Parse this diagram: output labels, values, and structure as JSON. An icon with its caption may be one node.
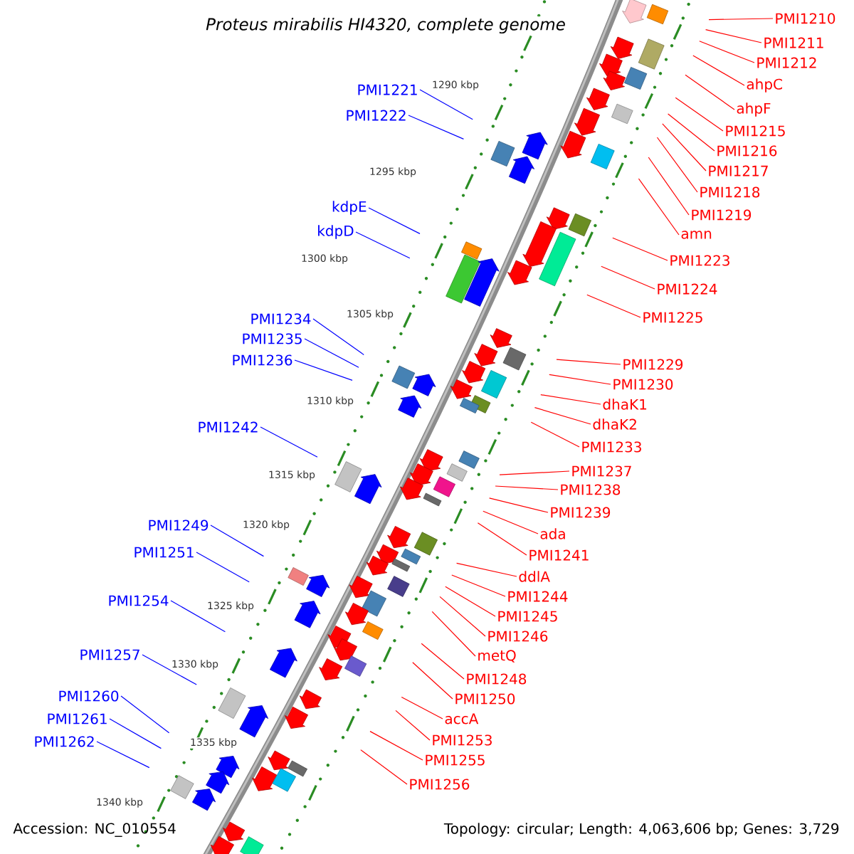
{
  "diagram": {
    "title": "Proteus mirabilis HI4320, complete genome",
    "nodes": [
      {
        "text": [
          "PMI1210"
        ]
      },
      {
        "text": [
          "PMI1211"
        ]
      },
      {
        "text": [
          "PMI1212"
        ]
      },
      {
        "text": [
          "ahpC"
        ]
      },
      {
        "text": [
          "ahpF"
        ]
      },
      {
        "text": [
          "PMI1215"
        ]
      },
      {
        "text": [
          "PMI1216"
        ]
      },
      {
        "text": [
          "PMI1217"
        ]
      },
      {
        "text": [
          "PMI1218"
        ]
      },
      {
        "text": [
          "PMI1219"
        ]
      },
      {
        "text": [
          "amn"
        ]
      },
      {
        "text": [
          "PMI1223"
        ]
      },
      {
        "text": [
          "PMI1224"
        ]
      },
      {
        "text": [
          "PMI1225"
        ]
      },
      {
        "text": [
          "PMI1229"
        ]
      },
      {
        "text": [
          "PMI1230"
        ]
      },
      {
        "text": [
          "dhaK1"
        ]
      },
      {
        "text": [
          "dhaK2"
        ]
      },
      {
        "text": [
          "PMI1233"
        ]
      },
      {
        "text": [
          "PMI1237"
        ]
      },
      {
        "text": [
          "PMI1238"
        ]
      },
      {
        "text": [
          "PMI1239"
        ]
      },
      {
        "text": [
          "ada"
        ]
      },
      {
        "text": [
          "PMI1241"
        ]
      },
      {
        "text": [
          "ddlA"
        ]
      },
      {
        "text": [
          "PMI1244"
        ]
      },
      {
        "text": [
          "PMI1245"
        ]
      },
      {
        "text": [
          "PMI1246"
        ]
      },
      {
        "text": [
          "metQ"
        ]
      },
      {
        "text": [
          "PMI1248"
        ]
      },
      {
        "text": [
          "PMI1250"
        ]
      },
      {
        "text": [
          "accA"
        ]
      },
      {
        "text": [
          "PMI1253"
        ]
      },
      {
        "text": [
          "PMI1255"
        ]
      },
      {
        "text": [
          "PMI1256"
        ]
      },
      {
        "text": [
          "PMI1221"
        ]
      },
      {
        "text": [
          "PMI1222"
        ]
      },
      {
        "text": [
          "kdpE"
        ]
      },
      {
        "text": [
          "kdpD"
        ]
      },
      {
        "text": [
          "PMI1234"
        ]
      },
      {
        "text": [
          "PMI1235"
        ]
      },
      {
        "text": [
          "PMI1236"
        ]
      },
      {
        "text": [
          "PMI1242"
        ]
      },
      {
        "text": [
          "PMI1249"
        ]
      },
      {
        "text": [
          "PMI1251"
        ]
      },
      {
        "text": [
          "PMI1254"
        ]
      },
      {
        "text": [
          "PMI1257"
        ]
      },
      {
        "text": [
          "PMI1260"
        ]
      },
      {
        "text": [
          "PMI1261"
        ]
      },
      {
        "text": [
          "PMI1262"
        ]
      }
    ],
    "edges": [
      {
        "from": 0,
        "to": null,
        "arrow": "none"
      },
      {
        "from": 1,
        "to": null,
        "arrow": "none"
      },
      {
        "from": 2,
        "to": null,
        "arrow": "none"
      },
      {
        "from": 3,
        "to": null,
        "arrow": "none"
      },
      {
        "from": 4,
        "to": null,
        "arrow": "none"
      },
      {
        "from": 5,
        "to": null,
        "arrow": "none"
      },
      {
        "from": 6,
        "to": null,
        "arrow": "none"
      },
      {
        "from": 7,
        "to": null,
        "arrow": "none"
      },
      {
        "from": 8,
        "to": null,
        "arrow": "none"
      },
      {
        "from": 9,
        "to": null,
        "arrow": "none"
      },
      {
        "from": 10,
        "to": null,
        "arrow": "none"
      },
      {
        "from": 11,
        "to": null,
        "arrow": "none"
      },
      {
        "from": 12,
        "to": null,
        "arrow": "none"
      },
      {
        "from": 13,
        "to": null,
        "arrow": "none"
      },
      {
        "from": 14,
        "to": null,
        "arrow": "none"
      },
      {
        "from": 15,
        "to": null,
        "arrow": "none"
      },
      {
        "from": 16,
        "to": null,
        "arrow": "none"
      },
      {
        "from": 17,
        "to": null,
        "arrow": "none"
      },
      {
        "from": 18,
        "to": null,
        "arrow": "none"
      },
      {
        "from": 19,
        "to": null,
        "arrow": "none"
      },
      {
        "from": 20,
        "to": null,
        "arrow": "none"
      },
      {
        "from": 21,
        "to": null,
        "arrow": "none"
      },
      {
        "from": 22,
        "to": null,
        "arrow": "none"
      },
      {
        "from": 23,
        "to": null,
        "arrow": "none"
      },
      {
        "from": 24,
        "to": null,
        "arrow": "none"
      },
      {
        "from": 25,
        "to": null,
        "arrow": "none"
      },
      {
        "from": 26,
        "to": null,
        "arrow": "none"
      },
      {
        "from": 27,
        "to": null,
        "arrow": "none"
      },
      {
        "from": 28,
        "to": null,
        "arrow": "none"
      },
      {
        "from": 29,
        "to": null,
        "arrow": "none"
      },
      {
        "from": 30,
        "to": null,
        "arrow": "none"
      },
      {
        "from": 31,
        "to": null,
        "arrow": "none"
      },
      {
        "from": 32,
        "to": null,
        "arrow": "none"
      },
      {
        "from": 33,
        "to": null,
        "arrow": "none"
      },
      {
        "from": 34,
        "to": null,
        "arrow": "none"
      },
      {
        "from": 35,
        "to": null,
        "arrow": "none",
        "color": "#0000ff"
      },
      {
        "from": 36,
        "to": null,
        "arrow": "none",
        "color": "#0000ff"
      },
      {
        "from": 37,
        "to": null,
        "arrow": "none",
        "color": "#0000ff"
      },
      {
        "from": 38,
        "to": null,
        "arrow": "none",
        "color": "#0000ff"
      },
      {
        "from": 39,
        "to": null,
        "arrow": "none",
        "color": "#0000ff"
      },
      {
        "from": 40,
        "to": null,
        "arrow": "none",
        "color": "#0000ff"
      },
      {
        "from": 41,
        "to": null,
        "arrow": "none",
        "color": "#0000ff"
      },
      {
        "from": 42,
        "to": null,
        "arrow": "none",
        "color": "#0000ff"
      },
      {
        "from": 43,
        "to": null,
        "arrow": "none",
        "color": "#0000ff"
      },
      {
        "from": 44,
        "to": null,
        "arrow": "none",
        "color": "#0000ff"
      },
      {
        "from": 45,
        "to": null,
        "arrow": "none",
        "color": "#0000ff"
      },
      {
        "from": 46,
        "to": null,
        "arrow": "none",
        "color": "#0000ff"
      },
      {
        "from": 47,
        "to": null,
        "arrow": "none",
        "color": "#0000ff"
      },
      {
        "from": 48,
        "to": null,
        "arrow": "none",
        "color": "#0000ff"
      },
      {
        "from": 49,
        "to": null,
        "arrow": "none",
        "color": "#0000ff"
      }
    ],
    "labels": [
      "1290 kbp",
      "1295 kbp",
      "1300 kbp",
      "1305 kbp",
      "1310 kbp",
      "1315 kbp",
      "1320 kbp",
      "1325 kbp",
      "1330 kbp",
      "1335 kbp",
      "1340 kbp",
      "Accession: NC_010554",
      "Topology: circular; Length: 4,063,606 bp; Genes: 3,729"
    ]
  }
}
